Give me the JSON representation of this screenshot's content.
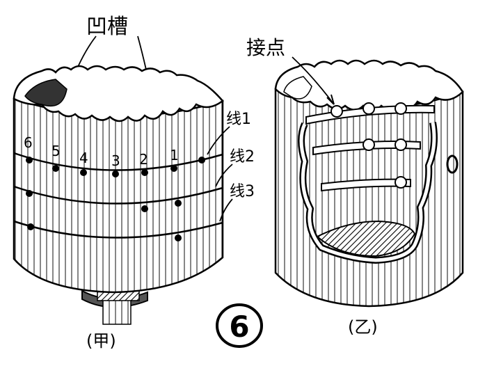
{
  "figure_number": "6",
  "left_drum": {
    "caption": "(甲)",
    "groove_label": "凹槽",
    "line_labels": [
      "线1",
      "线2",
      "线3"
    ],
    "column_numbers": [
      "6",
      "5",
      "4",
      "3",
      "2",
      "1"
    ]
  },
  "right_drum": {
    "caption": "(乙)",
    "contact_label": "接点"
  }
}
